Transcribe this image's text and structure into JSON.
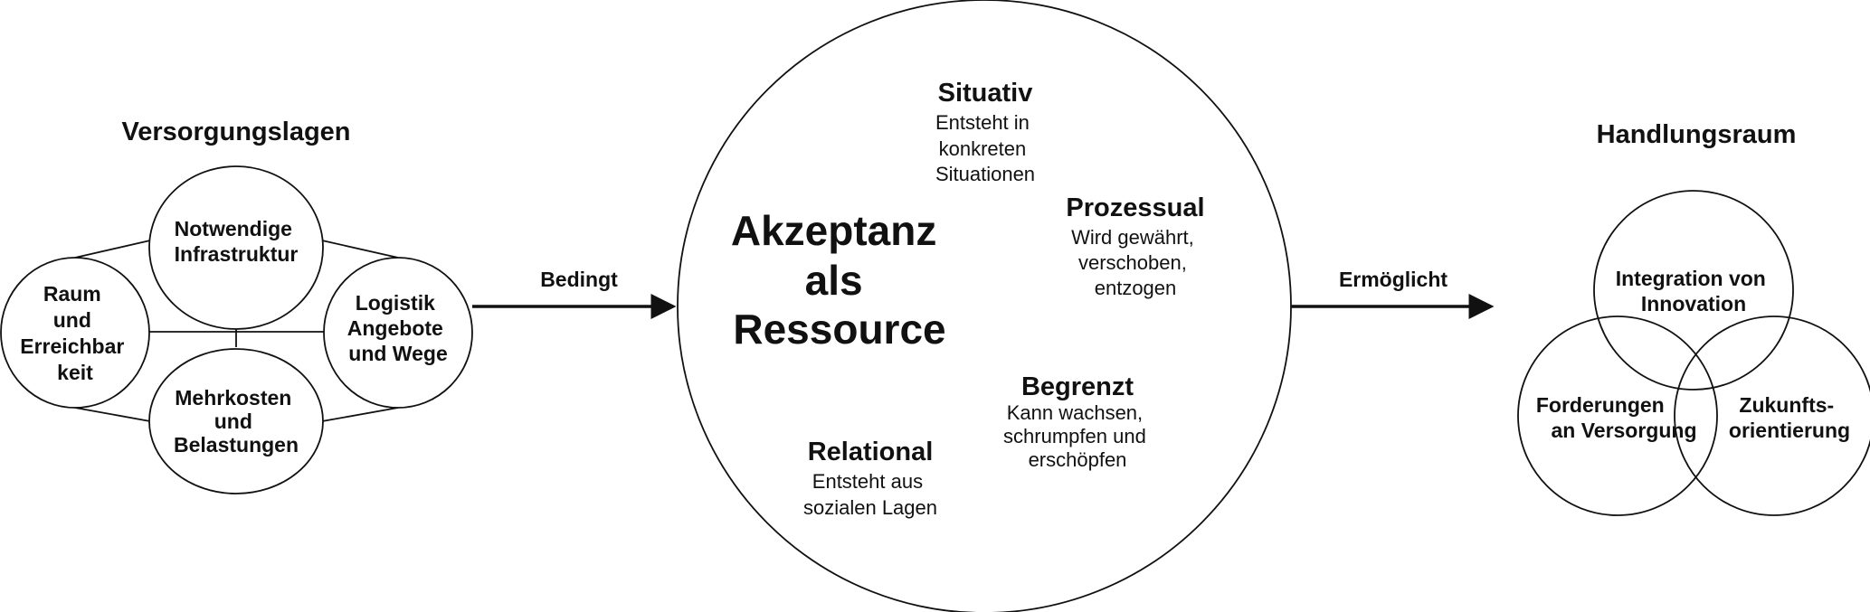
{
  "left_group": {
    "title": "Versorgungslagen",
    "nodes": {
      "top": [
        "Notwendige",
        "Infrastruktur"
      ],
      "left": [
        "Raum",
        "und",
        "Erreichbar",
        "keit"
      ],
      "right": [
        "Logistik",
        "Angebote",
        "und Wege"
      ],
      "bottom": [
        "Mehrkosten",
        "und",
        "Belastungen"
      ]
    }
  },
  "arrows": {
    "left_label": "Bedingt",
    "right_label": "Ermöglicht"
  },
  "center": {
    "title_lines": [
      "Akzeptanz",
      "als",
      "Ressource"
    ],
    "attributes": {
      "situativ": {
        "heading": "Situativ",
        "lines": [
          "Entsteht in",
          "konkreten",
          "Situationen"
        ]
      },
      "prozessual": {
        "heading": "Prozessual",
        "lines": [
          "Wird gewährt,",
          "verschoben,",
          "entzogen"
        ]
      },
      "begrenzt": {
        "heading": "Begrenzt",
        "lines": [
          "Kann wachsen,",
          "schrumpfen und",
          "erschöpfen"
        ]
      },
      "relational": {
        "heading": "Relational",
        "lines": [
          "Entsteht aus",
          "sozialen Lagen"
        ]
      }
    }
  },
  "right_group": {
    "title": "Handlungsraum",
    "circles": {
      "top": [
        "Integration von",
        "Innovation"
      ],
      "left": [
        "Forderungen",
        "an Versorgung"
      ],
      "right": [
        "Zukunfts-",
        "orientierung"
      ]
    }
  }
}
